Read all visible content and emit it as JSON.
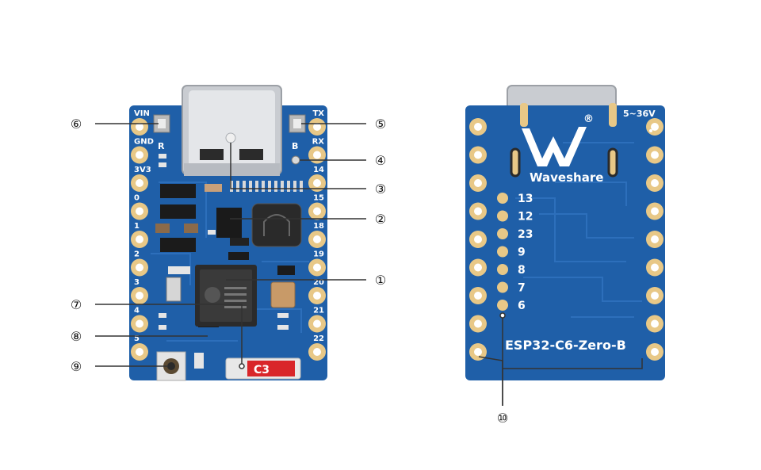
{
  "front": {
    "pin_labels_left": [
      "VIN",
      "GND",
      "3V3",
      "0",
      "1",
      "2",
      "3",
      "4",
      "5"
    ],
    "pin_labels_right": [
      "TX",
      "RX",
      "14",
      "15",
      "18",
      "19",
      "20",
      "21",
      "22"
    ],
    "silk_r": "R",
    "silk_b": "B",
    "chip_badge": "C3"
  },
  "back": {
    "brand": "Waveshare",
    "registered_mark": "®",
    "voltage": "5~36V",
    "pad_labels": [
      "13",
      "12",
      "23",
      "9",
      "8",
      "7",
      "6"
    ],
    "board_name": "ESP32-C6-Zero-B"
  },
  "callouts": [
    "①",
    "②",
    "③",
    "④",
    "⑤",
    "⑥",
    "⑦",
    "⑧",
    "⑨",
    "⑩"
  ],
  "colors": {
    "pcb": "#1f5fa8",
    "pcb_dark": "#184f8f",
    "gold": "#e8c887",
    "metal": "#c9ccd1"
  }
}
